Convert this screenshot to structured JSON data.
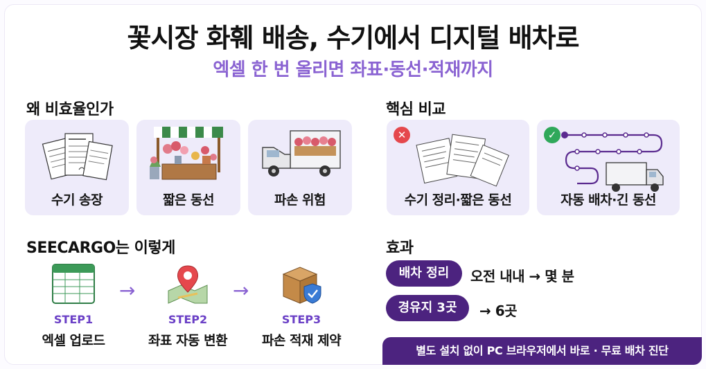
{
  "title": "꽃시장 화훼 배송, 수기에서 디지털 배차로",
  "subtitle": "엑셀 한 번 올리면 좌표·동선·적재까지",
  "why": {
    "heading": "왜 비효율인가",
    "cards": [
      {
        "caption": "수기 송장",
        "icon": "paper-invoices-icon"
      },
      {
        "caption": "짧은 동선",
        "icon": "flower-stall-icon"
      },
      {
        "caption": "파손 위험",
        "icon": "flower-truck-icon"
      }
    ]
  },
  "compare": {
    "heading": "핵심 비교",
    "left": {
      "caption": "수기 정리·짧은 동선",
      "icon": "x-badge-icon",
      "color": "#e5484d"
    },
    "right": {
      "caption": "자동 배차·긴 동선",
      "icon": "check-badge-icon",
      "color": "#2fa85a"
    }
  },
  "how": {
    "heading": "SEECARGO는 이렇게",
    "steps": [
      {
        "label": "STEP1",
        "desc": "엑셀 업로드",
        "icon": "spreadsheet-icon"
      },
      {
        "label": "STEP2",
        "desc": "좌표 자동 변환",
        "icon": "map-pin-icon"
      },
      {
        "label": "STEP3",
        "desc": "파손 적재 제약",
        "icon": "box-shield-icon"
      }
    ],
    "arrow": "→"
  },
  "effects": {
    "heading": "효과",
    "rows": [
      {
        "pill": "배차 정리",
        "text": "오전 내내  →  몇 분"
      },
      {
        "pill": "경유지 3곳",
        "text": "→  6곳"
      }
    ]
  },
  "banner": "별도 설치 없이 PC 브라우저에서 바로 · 무료 배차 진단",
  "colors": {
    "accent": "#8a63d2",
    "dark": "#4c237f",
    "card": "#eeebfa"
  }
}
